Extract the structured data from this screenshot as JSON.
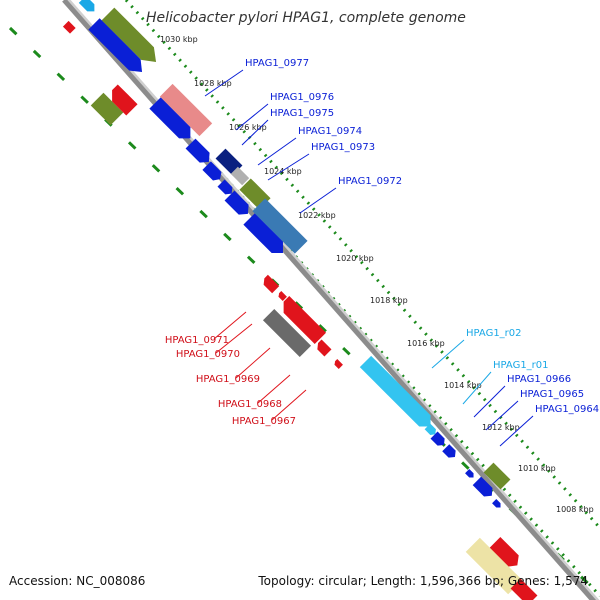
{
  "title": "Helicobacter pylori HPAG1, complete genome",
  "footer": {
    "accession": "Accession: NC_008086",
    "topology": "Topology: circular; Length: 1,596,366 bp; Genes: 1,574"
  },
  "ticks": [
    "1030 kbp",
    "1028 kbp",
    "1026 kbp",
    "1024 kbp",
    "1022 kbp",
    "1020 kbp",
    "1018 kbp",
    "1016 kbp",
    "1014 kbp",
    "1012 kbp",
    "1010 kbp",
    "1008 kbp"
  ],
  "labels_forward": [
    "HPAG1_0977",
    "HPAG1_0976",
    "HPAG1_0975",
    "HPAG1_0974",
    "HPAG1_0973",
    "HPAG1_0972",
    "HPAG1_r02",
    "HPAG1_r01",
    "HPAG1_0966",
    "HPAG1_0965",
    "HPAG1_0964"
  ],
  "labels_reverse": [
    "HPAG1_0971",
    "HPAG1_0970",
    "HPAG1_0969",
    "HPAG1_0968",
    "HPAG1_0967"
  ],
  "colors": {
    "cds_forward": "#0a1fd6",
    "cds_reverse": "#e0141c",
    "rna_label": "#1aa8e6",
    "olive_gene": "#6e8c2a",
    "backbone": "#8c8c8c",
    "gc_dots": "#1c8a1c"
  }
}
